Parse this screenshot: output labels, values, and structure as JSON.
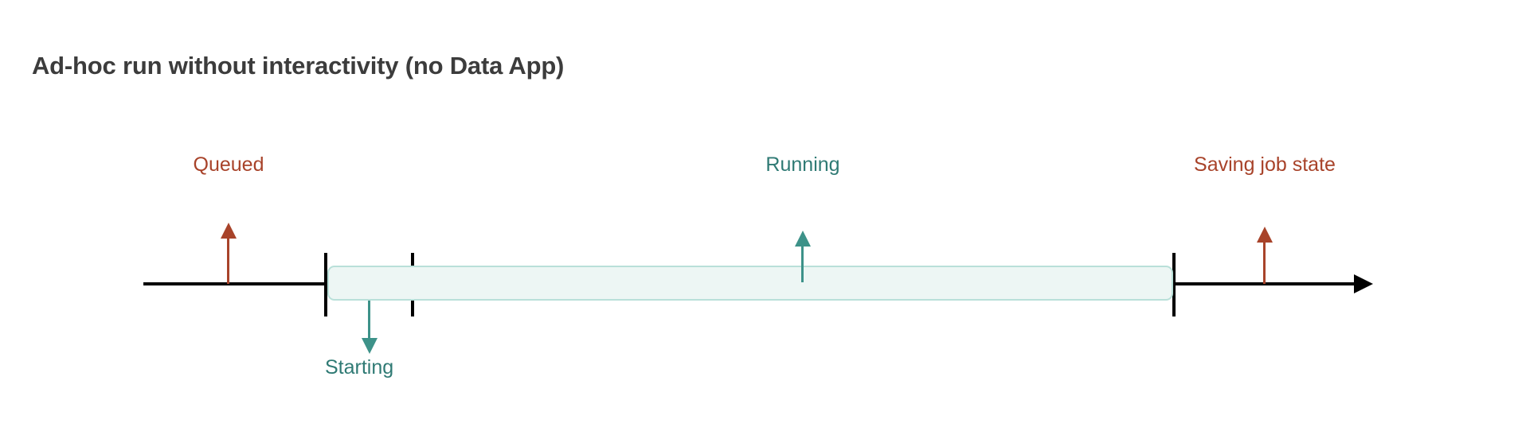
{
  "title": "Ad-hoc run without interactivity (no Data App)",
  "colors": {
    "title": "#3c3c3c",
    "axis": "#000000",
    "accent_red": "#a8432a",
    "accent_teal": "#2f7a74",
    "arrow_teal": "#3d9289",
    "band_fill": "#edf6f4",
    "band_border": "#b9e0d9",
    "background": "#ffffff"
  },
  "timeline": {
    "axis_label": "time-axis",
    "boundaries": [
      "start-boundary",
      "starting-end-boundary",
      "running-end-boundary"
    ],
    "band_label": "running-band"
  },
  "markers": [
    {
      "id": "queued",
      "label": "Queued",
      "color": "#a8432a",
      "direction": "up",
      "position": "left-of-timeline"
    },
    {
      "id": "starting",
      "label": "Starting",
      "color": "#2f7a74",
      "direction": "down",
      "position": "band-start"
    },
    {
      "id": "running",
      "label": "Running",
      "color": "#2f7a74",
      "direction": "up",
      "position": "band-middle"
    },
    {
      "id": "saving-job-state",
      "label": "Saving job state",
      "color": "#a8432a",
      "direction": "up",
      "position": "right-of-band"
    }
  ]
}
